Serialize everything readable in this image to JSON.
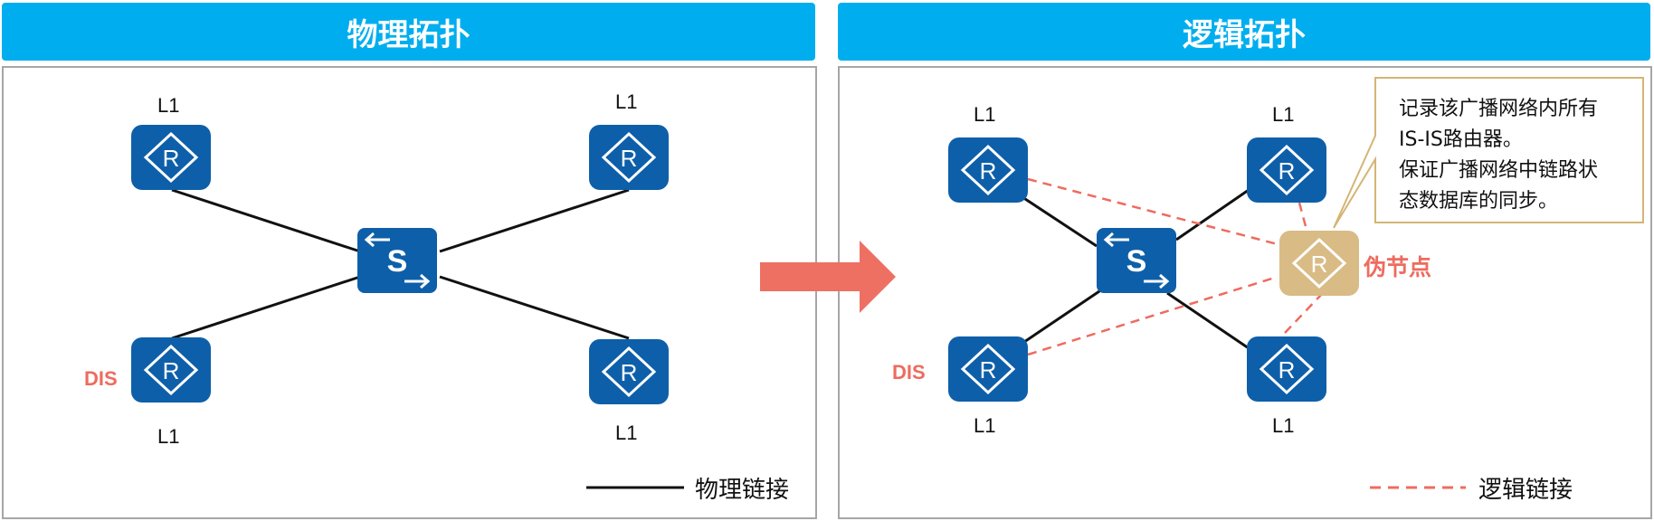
{
  "left_panel": {
    "title": "物理拓扑",
    "router_labels": [
      "L1",
      "L1",
      "L1",
      "L1"
    ],
    "dis_label": "DIS",
    "switch_letter": "S",
    "legend": "物理链接"
  },
  "right_panel": {
    "title": "逻辑拓扑",
    "router_labels": [
      "L1",
      "L1",
      "L1",
      "L1"
    ],
    "dis_label": "DIS",
    "switch_letter": "S",
    "pseudo_node_label": "伪节点",
    "legend": "逻辑链接",
    "callout_lines": [
      "记录该广播网络内所有",
      "IS-IS路由器。",
      "保证广播网络中链路状",
      "态数据库的同步。"
    ]
  },
  "router_letter": "R",
  "colors": {
    "header_bg": "#00aeef",
    "device_blue": "#0e5fa9",
    "pseudo_node": "#d9bb85",
    "accent_red": "#ed6c5f",
    "callout_border": "#d4b574"
  },
  "icons": {
    "router": "router-icon",
    "switch": "switch-icon",
    "arrow": "right-arrow-icon"
  }
}
